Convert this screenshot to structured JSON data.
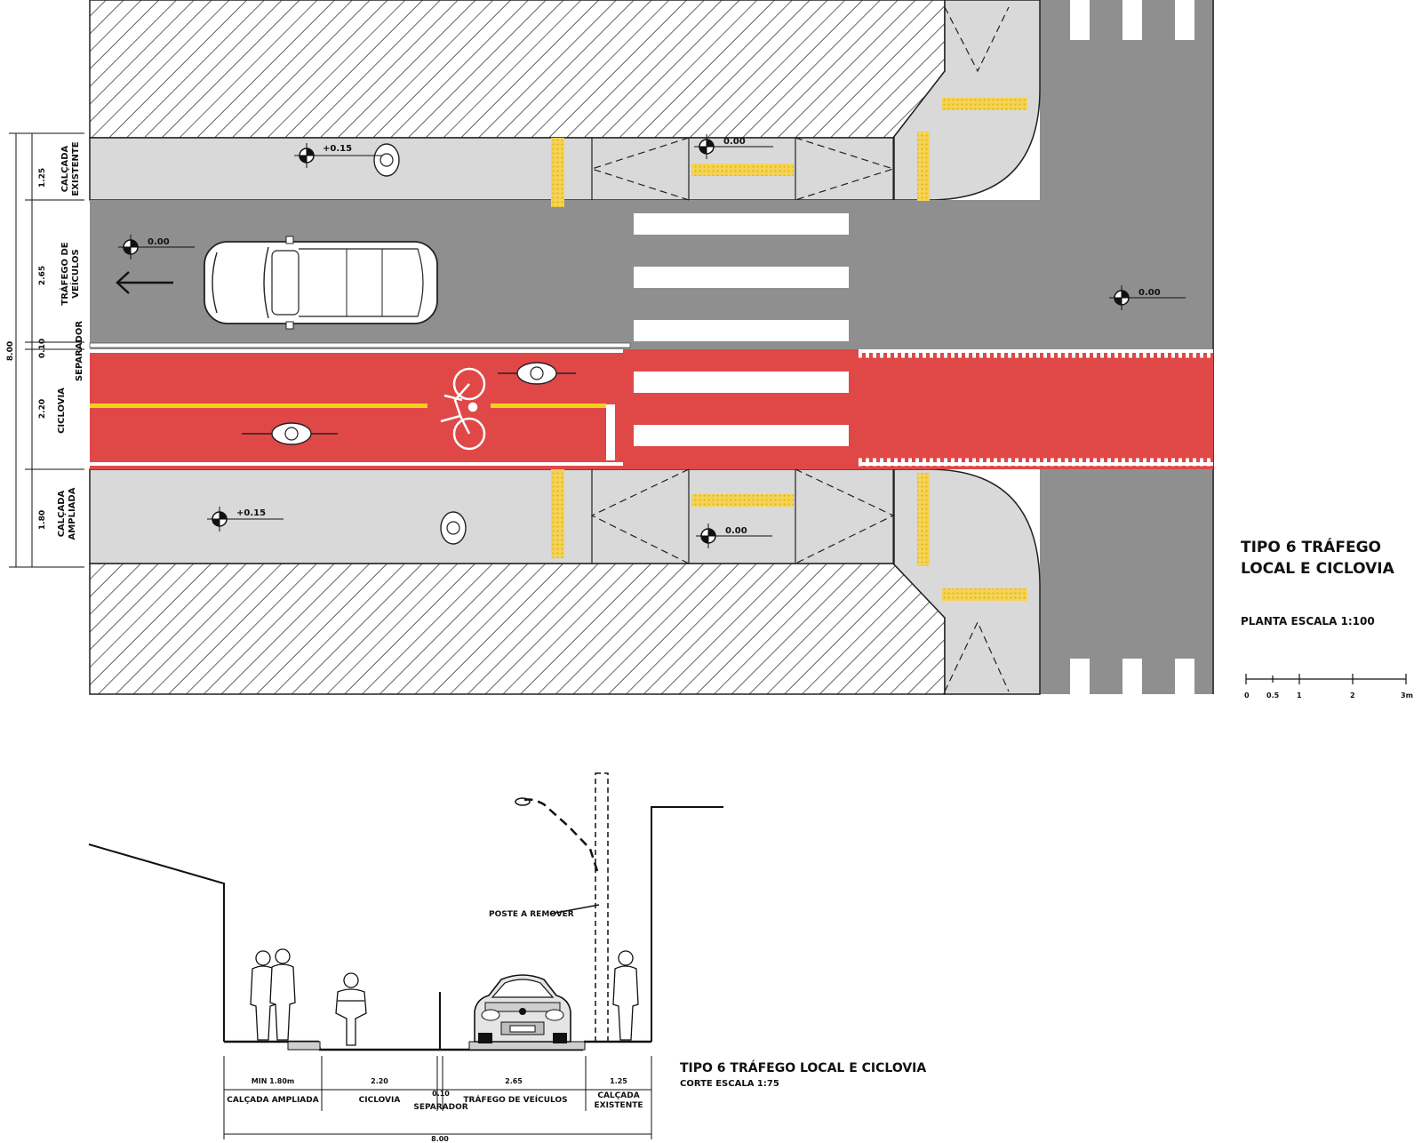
{
  "plan": {
    "title_line1": "TIPO 6 TRÁFEGO",
    "title_line2": "LOCAL E CICLOVIA",
    "scale_label": "PLANTA ESCALA 1:100",
    "scale_bar_ticks": [
      "0",
      "0.5",
      "1",
      "2",
      "3m"
    ],
    "widths": {
      "calcada_existente": "1.25",
      "trafego": "2.65",
      "separador": "0.10",
      "ciclovia": "2.20",
      "calcada_ampliada": "1.80",
      "total": "8.00"
    },
    "zone_labels": {
      "calcada_existente_1": "CALÇADA",
      "calcada_existente_2": "EXISTENTE",
      "trafego_1": "TRÁFEGO DE",
      "trafego_2": "VEÍCULOS",
      "separador": "SEPARADOR",
      "ciclovia": "CICLOVIA",
      "calcada_ampliada_1": "CALÇADA",
      "calcada_ampliada_2": "AMPLIADA"
    },
    "levels": {
      "top_sidewalk": "+0.15",
      "top_crossing": "0.00",
      "road_left": "0.00",
      "road_right": "0.00",
      "bottom_sidewalk": "+0.15",
      "bottom_crossing": "0.00"
    }
  },
  "section": {
    "title": "TIPO 6 TRÁFEGO LOCAL E CICLOVIA",
    "scale_label": "CORTE ESCALA 1:75",
    "pole_label": "POSTE A REMOVER",
    "dims": {
      "calcada_ampliada": "MIN 1.80m",
      "ciclovia": "2.20",
      "separador": "0.10",
      "trafego": "2.65",
      "calcada_existente": "1.25",
      "total": "8.00"
    },
    "labels": {
      "calcada_ampliada": "CALÇADA AMPLIADA",
      "ciclovia": "CICLOVIA",
      "separador": "SEPARADOR",
      "trafego": "TRÁFEGO DE VEÍCULOS",
      "calcada_existente_1": "CALÇADA",
      "calcada_existente_2": "EXISTENTE"
    }
  },
  "colors": {
    "asphalt": "#8f8f8f",
    "sidewalk": "#d9d9d9",
    "bike_lane": "#e04848",
    "yellow_line": "#f4d21a",
    "tactile": "#f4d35a"
  }
}
